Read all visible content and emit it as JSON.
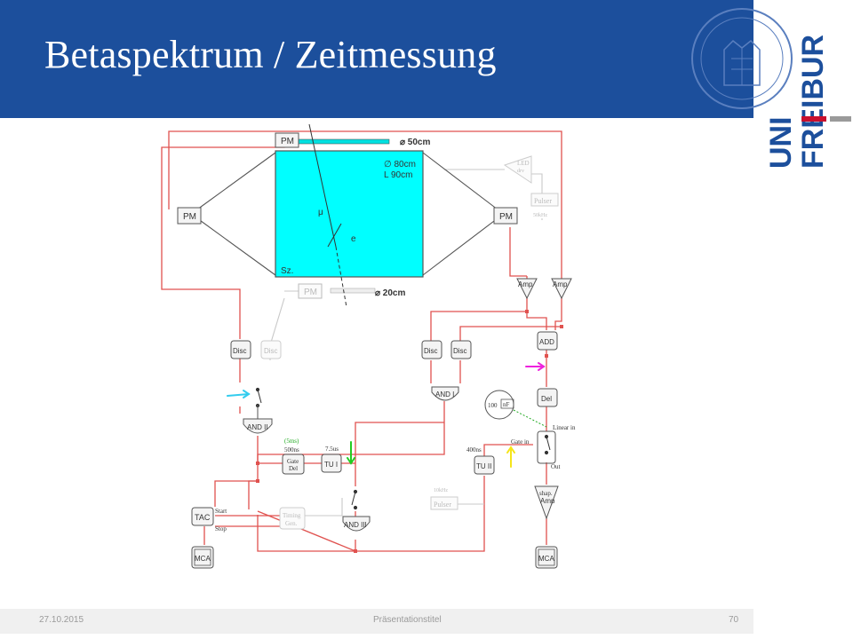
{
  "header": {
    "title": "Betaspektrum / Zeitmessung"
  },
  "logo": {
    "line1": "UNI",
    "line2": "FREIBURG"
  },
  "diagram": {
    "pm_top": "PM",
    "pm_left": "PM",
    "pm_right": "PM",
    "pm_bottom": "PM",
    "dim_top": "⌀ 50cm",
    "dim_bottom": "⌀ 20cm",
    "dim_main_d": "∅ 80cm",
    "dim_main_l": "L  90cm",
    "mu": "μ",
    "e": "e",
    "sz": "Sz.",
    "led": "LED",
    "led_sub": "drv",
    "pulser_top": "Pulser",
    "pulser_top_freq": "50kHz",
    "amp1": "Amp",
    "amp2": "Amp",
    "add": "ADD",
    "disc1": "Disc",
    "disc2": "Disc",
    "disc3": "Disc",
    "disc4": "Disc",
    "and1": "AND I",
    "and2": "AND II",
    "and3": "AND III",
    "del": "Del",
    "cap_100": "100",
    "cap_nf": "nF",
    "linear_in": "Linear in",
    "gate_in": "Gate in",
    "out": "Out",
    "tu2_time": "400ns",
    "tu2": "TU II",
    "tu1_time": "7.5us",
    "tu1": "TU I",
    "gate_del_time": "(5ms)",
    "gate_del_time2": "500ns",
    "gate_del": "Gate",
    "gate_del2": "Del",
    "pulser_bottom_freq": "10kHz",
    "pulser_bottom": "Pulser",
    "shap_amp": "shap.",
    "shap_amp2": "Amp",
    "tac": "TAC",
    "start": "Start",
    "stop": "Stop",
    "timing": "Timing",
    "timing2": "Gen.",
    "mca1": "MCA",
    "mca2": "MCA"
  },
  "footer": {
    "date": "27.10.2015",
    "center": "Präsentationstitel",
    "page": "70"
  },
  "colors": {
    "header_bg": "#1c4f9c",
    "scintillator": "#00ffff",
    "wire": "#e0524f",
    "arrow_cyan": "#33ccee",
    "arrow_magenta": "#ee22dd",
    "arrow_green": "#22cc22",
    "arrow_yellow": "#f5e51a",
    "logo_red": "#c8102e"
  }
}
